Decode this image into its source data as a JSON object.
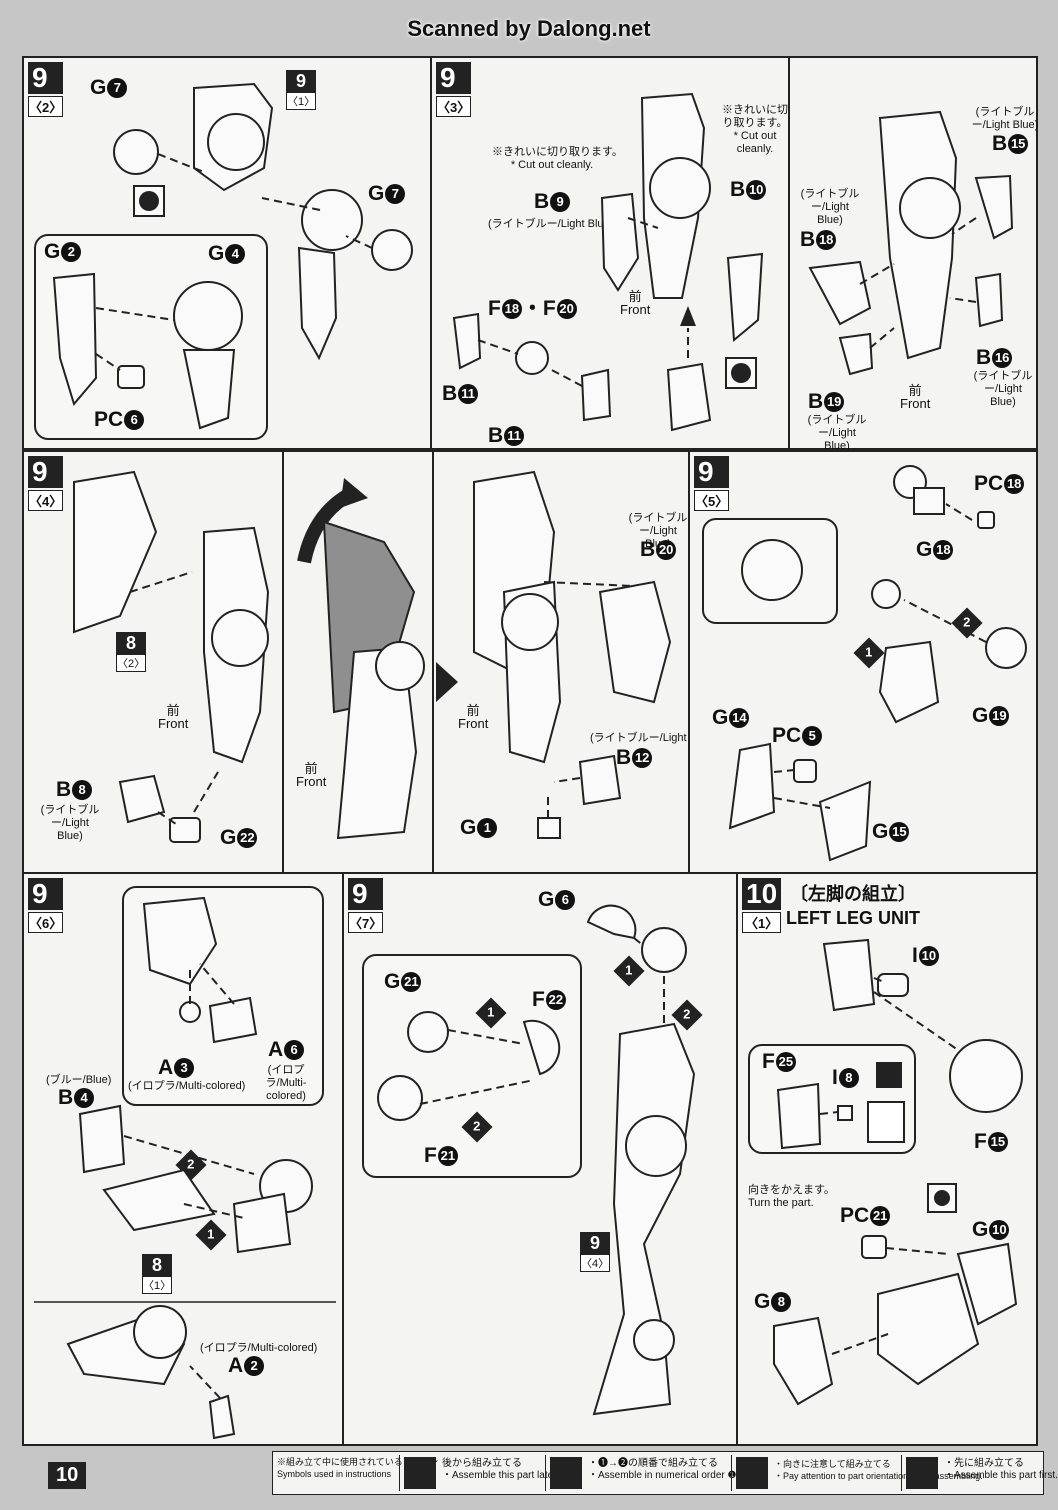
{
  "header": {
    "scanner_credit": "Scanned by Dalong.net"
  },
  "panels": {
    "p1": {
      "step": "9",
      "sub": "〈2〉",
      "ref_step": "9",
      "ref_sub": "〈1〉",
      "labels": [
        "G",
        "G",
        "G",
        "G",
        "PC"
      ],
      "nums": [
        "7",
        "7",
        "2",
        "4",
        "6"
      ]
    },
    "p2": {
      "step": "9",
      "sub": "〈3〉",
      "note_jp": "※きれいに切り取ります。",
      "note_en": "* Cut out cleanly.",
      "note2_jp": "※きれいに切り取ります。",
      "note2_en": "* Cut out cleanly.",
      "b9": "B",
      "b9n": "9",
      "b10": "B",
      "b10n": "10",
      "color_lb": "(ライトブルー/Light Blue)",
      "f18": "F",
      "f18n": "18",
      "dot": "・",
      "f20": "F",
      "f20n": "20",
      "front_jp": "前",
      "front_en": "Front",
      "b11a": "B",
      "b11an": "11",
      "b11b": "B",
      "b11bn": "11"
    },
    "p3": {
      "b15": "B",
      "b15n": "15",
      "b18": "B",
      "b18n": "18",
      "b16": "B",
      "b16n": "16",
      "b19": "B",
      "b19n": "19",
      "lb_a": "(ライトブルー/Light Blue)",
      "lb_b": "(ライトブルー/Light Blue)",
      "lb_c": "(ライトブルー/Light Blue)",
      "lb_d": "(ライトブルー/Light Blue)",
      "front_jp": "前",
      "front_en": "Front"
    },
    "p4": {
      "step": "9",
      "sub": "〈4〉",
      "ref_step": "8",
      "ref_sub": "〈2〉",
      "front_jp": "前",
      "front_en": "Front",
      "b8": "B",
      "b8n": "8",
      "lb": "(ライトブルー/Light Blue)",
      "g22": "G",
      "g22n": "22",
      "front2_jp": "前",
      "front2_en": "Front"
    },
    "p5": {
      "front_jp": "前",
      "front_en": "Front",
      "b20": "B",
      "b20n": "20",
      "lb_a": "(ライトブルー/Light Blue)",
      "b12": "B",
      "b12n": "12",
      "lb_b": "(ライトブルー/Light Blue)",
      "g1": "G",
      "g1n": "1"
    },
    "p6": {
      "step": "9",
      "sub": "〈5〉",
      "pc18": "PC",
      "pc18n": "18",
      "g18": "G",
      "g18n": "18",
      "g19": "G",
      "g19n": "19",
      "g14": "G",
      "g14n": "14",
      "pc5": "PC",
      "pc5n": "5",
      "g15": "G",
      "g15n": "15",
      "o1": "1",
      "o2": "2"
    },
    "p7": {
      "step": "9",
      "sub": "〈6〉",
      "a3": "A",
      "a3n": "3",
      "a3c": "(イロプラ/Multi-colored)",
      "a6": "A",
      "a6n": "6",
      "a6c": "(イロプラ/Multi-colored)",
      "b4": "B",
      "b4n": "4",
      "b4c": "(ブルー/Blue)",
      "ref_step": "8",
      "ref_sub": "〈1〉",
      "a2": "A",
      "a2n": "2",
      "a2c": "(イロプラ/Multi-colored)",
      "o1": "1",
      "o2": "2"
    },
    "p8": {
      "step": "9",
      "sub": "〈7〉",
      "g6": "G",
      "g6n": "6",
      "g21a": "G",
      "g21an": "21",
      "f22": "F",
      "f22n": "22",
      "f21": "F",
      "f21n": "21",
      "ref_step": "9",
      "ref_sub": "〈4〉",
      "o1": "1",
      "o2": "2",
      "o3": "1",
      "o4": "2"
    },
    "p9": {
      "step": "10",
      "sub": "〈1〉",
      "title_jp": "〔左脚の組立〕",
      "title_en": "LEFT LEG UNIT",
      "i10": "I",
      "i10n": "10",
      "f25": "F",
      "f25n": "25",
      "i8": "I",
      "i8n": "8",
      "f15": "F",
      "f15n": "15",
      "turn_jp": "向きをかえます。",
      "turn_en": "Turn the part.",
      "pc21": "PC",
      "pc21n": "21",
      "g10": "G",
      "g10n": "10",
      "g8": "G",
      "g8n": "8"
    }
  },
  "footer": {
    "page_number": "10",
    "legend_title_jp": "※組み立て中に使用されているアイコン",
    "legend_title_en": "Symbols used in instructions",
    "items": [
      {
        "jp": "後から組み立てる",
        "en": "・Assemble this part later."
      },
      {
        "jp": "・❶→❷の順番で組み立てる",
        "en": "・Assemble in numerical order ❶,❷..."
      },
      {
        "jp": "・向きに注意して組み立てる",
        "en": "・Pay attention to part orientation when assembling."
      },
      {
        "jp": "・先に組み立てる",
        "en": "・Assemble this part first."
      }
    ]
  }
}
